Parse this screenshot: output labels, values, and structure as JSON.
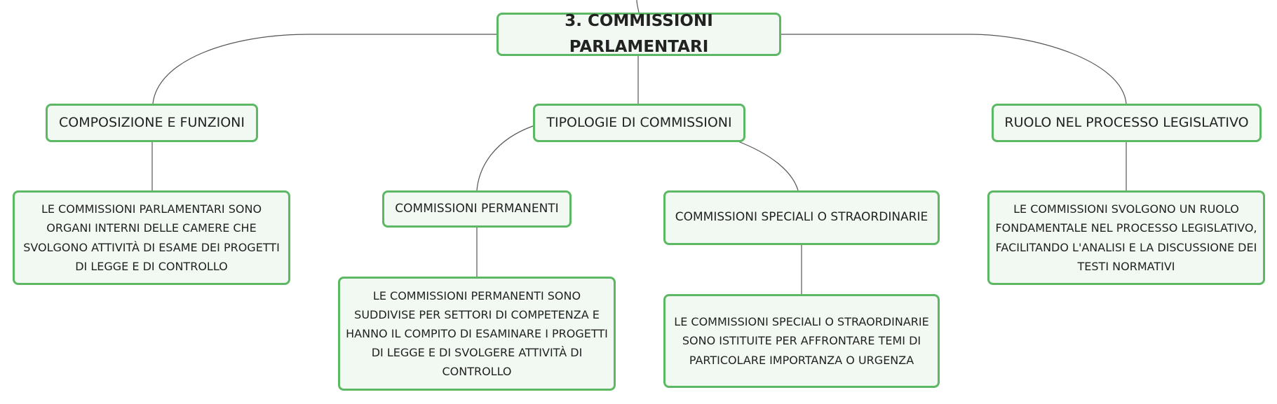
{
  "root": {
    "label": "3. COMMISSIONI PARLAMENTARI"
  },
  "branches": {
    "composizione": {
      "label": "COMPOSIZIONE E FUNZIONI",
      "description": "LE COMMISSIONI PARLAMENTARI SONO ORGANI INTERNI DELLE CAMERE CHE SVOLGONO ATTIVITÀ DI ESAME DEI PROGETTI DI LEGGE E DI CONTROLLO"
    },
    "tipologie": {
      "label": "TIPOLOGIE DI COMMISSIONI",
      "permanenti": {
        "label": "COMMISSIONI PERMANENTI",
        "description": "LE COMMISSIONI PERMANENTI SONO SUDDIVISE PER SETTORI DI COMPETENZA E HANNO IL COMPITO DI ESAMINARE I PROGETTI DI LEGGE E DI SVOLGERE ATTIVITÀ DI CONTROLLO"
      },
      "speciali": {
        "label": "COMMISSIONI SPECIALI O STRAORDINARIE",
        "description": "LE COMMISSIONI SPECIALI O STRAORDINARIE SONO ISTITUITE PER AFFRONTARE TEMI DI PARTICOLARE IMPORTANZA O URGENZA"
      }
    },
    "ruolo": {
      "label": "RUOLO NEL PROCESSO LEGISLATIVO",
      "description": "LE COMMISSIONI SVOLGONO UN RUOLO FONDAMENTALE NEL PROCESSO LEGISLATIVO, FACILITANDO L'ANALISI E LA DISCUSSIONE DEI TESTI NORMATIVI"
    }
  },
  "colors": {
    "node_border": "#5cb865",
    "node_fill": "#f2f9f3",
    "connector": "#555555",
    "text": "#222222"
  }
}
